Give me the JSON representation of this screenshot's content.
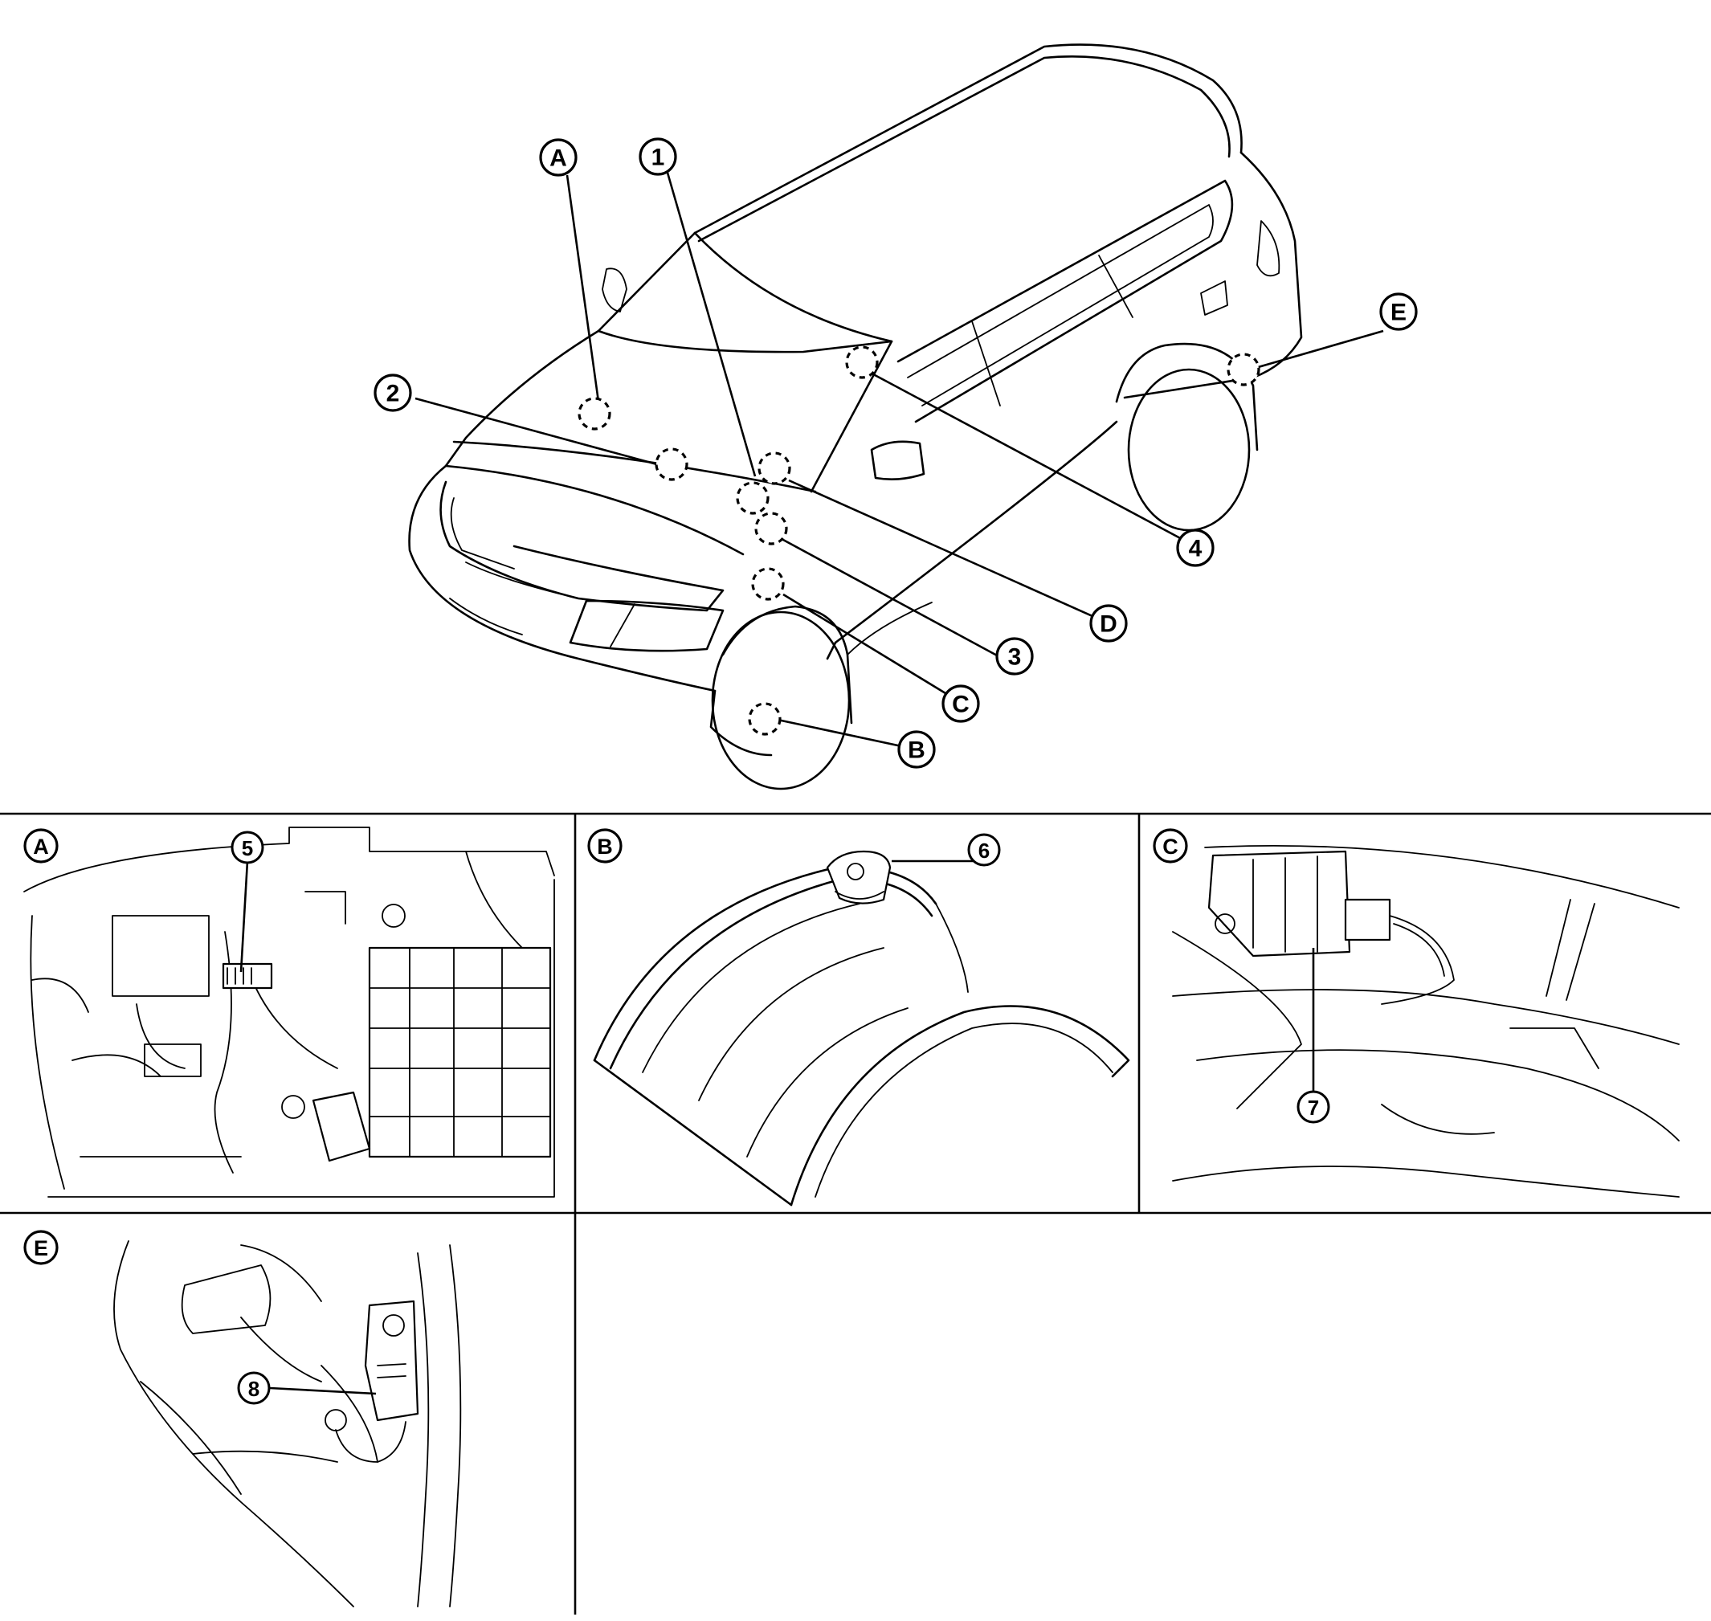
{
  "callouts": {
    "n1": "1",
    "n2": "2",
    "n3": "3",
    "n4": "4",
    "A": "A",
    "B": "B",
    "C": "C",
    "D": "D",
    "E": "E"
  },
  "panels": {
    "a": {
      "label": "A",
      "part": "5"
    },
    "b": {
      "label": "B",
      "part": "6"
    },
    "c": {
      "label": "C",
      "part": "7"
    },
    "e": {
      "label": "E",
      "part": "8"
    }
  }
}
